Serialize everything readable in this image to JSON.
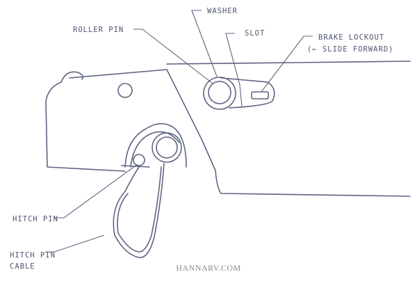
{
  "labels": {
    "roller_pin": "ROLLER PIN",
    "washer": "WASHER",
    "slot": "SLOT",
    "brake_lockout": "BRAKE LOCKOUT",
    "slide_forward": "(← SLIDE FORWARD)",
    "hitch_pin": "HITCH PIN",
    "hitch_pin_cable_1": "HITCH PIN",
    "hitch_pin_cable_2": "CABLE"
  },
  "watermark": "HANNARV.COM",
  "colors": {
    "ink": "#5d6480",
    "watermark": "#8a8a8a"
  }
}
